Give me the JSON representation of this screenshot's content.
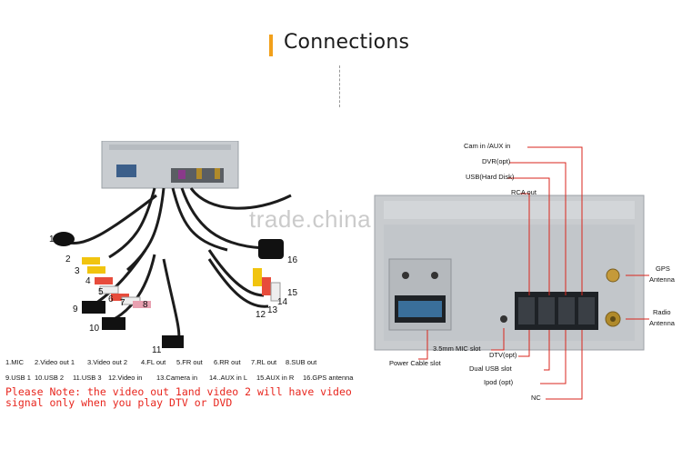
{
  "header": {
    "title": "Connections"
  },
  "watermark": "trade.china.cn",
  "left_panel": {
    "numbers": [
      "1",
      "2",
      "3",
      "4",
      "5",
      "6",
      "7",
      "8",
      "9",
      "10",
      "11",
      "12",
      "13",
      "14",
      "15",
      "16"
    ],
    "legend_row1": [
      "1.MIC",
      "2.Video out 1",
      "3.Video out 2",
      "4.FL out",
      "5.FR out",
      "6.RR out",
      "7.RL out",
      "8.SUB out"
    ],
    "legend_row2": [
      "9.USB 1",
      "10.USB 2",
      "11.USB 3",
      "12.Video in",
      "13.Camera in",
      "14..AUX in L",
      "15.AUX in R",
      "16.GPS antenna"
    ],
    "note": "Please Note: the video out 1and video 2 will have video signal only when you play DTV or DVD"
  },
  "right_panel": {
    "labels": {
      "cam_aux": "Cam in /AUX in",
      "dvr": "DVR(opt)",
      "usb_hdd": "USB(Hard Disk)",
      "rca_out": "RCA out",
      "gps": "GPS\nAntenna",
      "gps_line1": "GPS",
      "gps_line2": "Antenna",
      "radio_line1": "Radio",
      "radio_line2": "Antenna",
      "mic_slot": "3.5mm MIC slot",
      "power": "Power Cable slot",
      "dtv": "DTV(opt)",
      "dual_usb": "Dual USB slot",
      "ipod": "Ipod (opt)",
      "nc": "NC"
    }
  },
  "colors": {
    "accent": "#f2a01b",
    "note_red": "#e8261e",
    "leader_red": "#d9261c"
  }
}
